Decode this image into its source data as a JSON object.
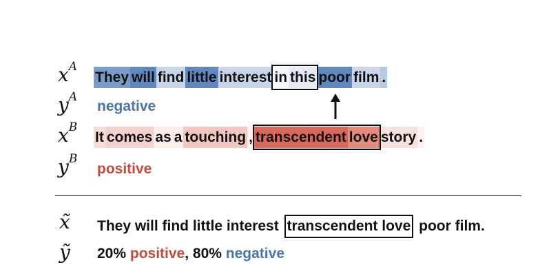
{
  "labels": {
    "xa": "x",
    "xa_sup": "A",
    "ya": "y",
    "ya_sup": "A",
    "xb": "x",
    "xb_sup": "B",
    "yb": "y",
    "yb_sup": "B",
    "xt": "x̃",
    "yt": "ỹ"
  },
  "sentence_a": [
    {
      "text": "They",
      "color": "#7a9ccb"
    },
    {
      "text": "will",
      "color": "#5f87c0"
    },
    {
      "text": "find",
      "color": "#c9d6ea"
    },
    {
      "text": "little",
      "color": "#5f87c0"
    },
    {
      "text": "interest",
      "color": "#c9d6ea"
    },
    {
      "text": "in",
      "color": "#f4f7fb"
    },
    {
      "text": "this",
      "color": "#e4ebf5"
    },
    {
      "text": "poor",
      "color": "#5f87c0"
    },
    {
      "text": "film",
      "color": "#c9d6ea"
    },
    {
      "text": ".",
      "color": "#b7c8e2"
    }
  ],
  "label_a": "negative",
  "sentence_b": [
    {
      "text": "It",
      "color": "#f7dcd8"
    },
    {
      "text": "comes",
      "color": "#f5d2cd"
    },
    {
      "text": "as",
      "color": "#fbecea"
    },
    {
      "text": "a",
      "color": "#fbecea"
    },
    {
      "text": "touching",
      "color": "#f2c7c1"
    },
    {
      "text": ",",
      "color": "#fcf1ef"
    },
    {
      "text": "transcendent",
      "color": "#d9685a"
    },
    {
      "text": "love",
      "color": "#e6897d"
    },
    {
      "text": "story",
      "color": "#f8e0dd"
    },
    {
      "text": ".",
      "color": "#fcf1ef"
    }
  ],
  "label_b": "positive",
  "mixed_sentence": {
    "before": "They will find little interest",
    "boxed": "transcendent love",
    "after": "poor film."
  },
  "mixed_label": {
    "p1": "20%",
    "p2": "positive",
    "p3": ",",
    "p4": "80%",
    "p5": "negative"
  },
  "colors": {
    "negative": "#4a74ad",
    "positive": "#c94a3a"
  }
}
